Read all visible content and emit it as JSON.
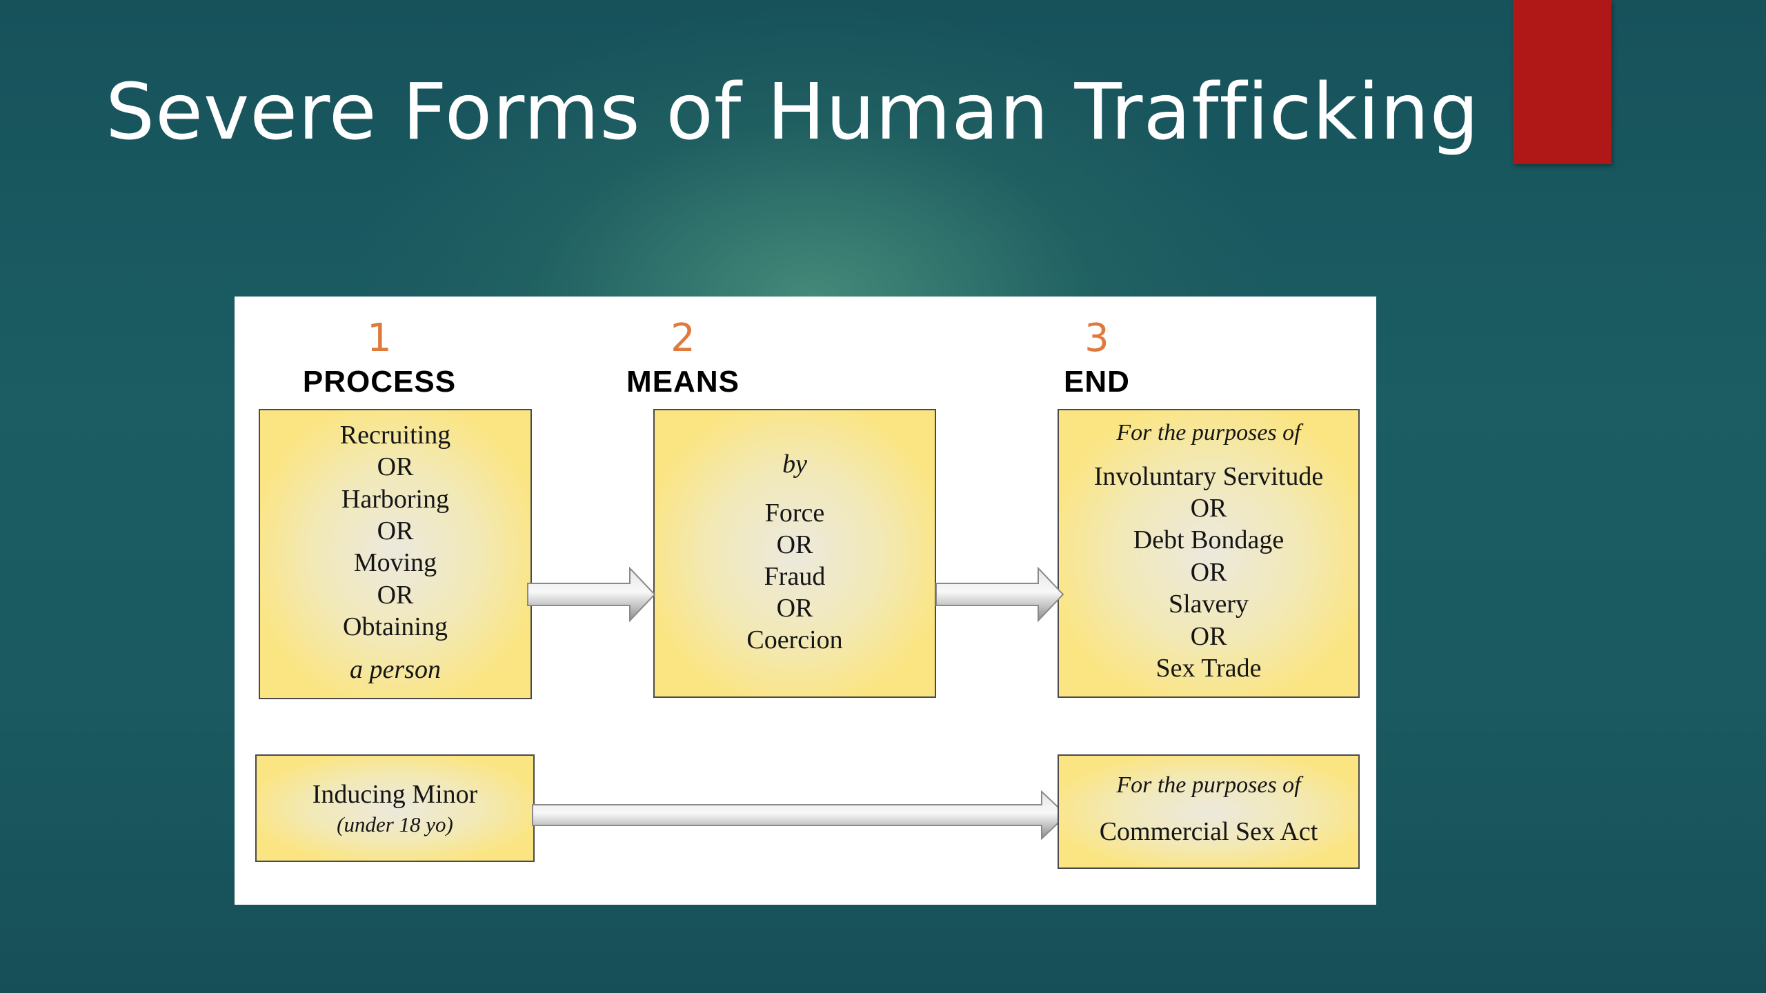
{
  "slide": {
    "title": "Severe Forms of Human Trafficking",
    "accent_color": "#b01717"
  },
  "diagram": {
    "stages": [
      {
        "number": "1",
        "heading": "PROCESS",
        "lines": [
          "Recruiting",
          "OR",
          "Harboring",
          "OR",
          "Moving",
          "OR",
          "Obtaining"
        ],
        "footer": "a person"
      },
      {
        "number": "2",
        "heading": "MEANS",
        "intro": "by",
        "lines": [
          "Force",
          "OR",
          "Fraud",
          "OR",
          "Coercion"
        ]
      },
      {
        "number": "3",
        "heading": "END",
        "intro": "For the purposes of",
        "lines": [
          "Involuntary Servitude",
          "OR",
          "Debt Bondage",
          "OR",
          "Slavery",
          "OR",
          "Sex Trade"
        ]
      }
    ],
    "minor_path": {
      "source_label": "Inducing Minor",
      "source_note": "(under 18 yo)",
      "target_intro": "For the purposes of",
      "target_label": "Commercial Sex Act"
    },
    "number_color": "#e07a3c",
    "box_color": "#fbe582"
  }
}
